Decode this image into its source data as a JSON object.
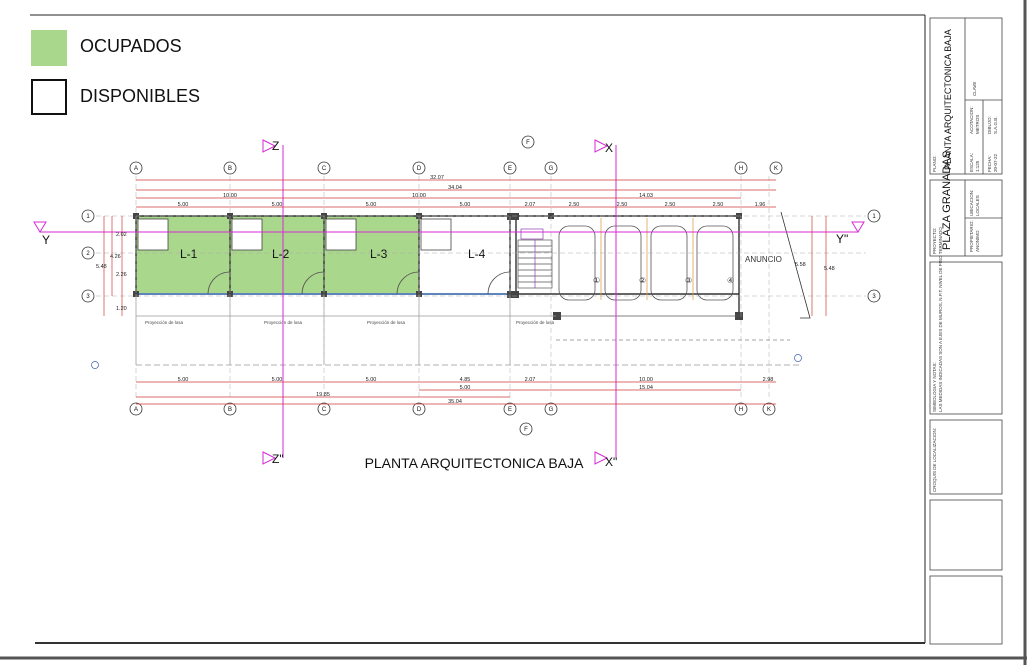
{
  "legend": {
    "occupied_label": "OCUPADOS",
    "available_label": "DISPONIBLES",
    "occupied_color": "#a9d88c"
  },
  "drawing": {
    "title": "PLANTA ARQUITECTONICA BAJA",
    "locals": [
      "L-1",
      "L-2",
      "L-3",
      "L-4"
    ],
    "parking_area_label": "ANUNCIO",
    "parking_numbers": [
      "①",
      "②",
      "③",
      "④"
    ],
    "slab_projection_label": "Proyección de losa",
    "grid_axes_top": [
      "A",
      "B",
      "C",
      "D",
      "E",
      "F",
      "G",
      "H",
      "K"
    ],
    "grid_axes_bottom": [
      "A",
      "B",
      "C",
      "D",
      "E",
      "F",
      "G",
      "H",
      "K"
    ],
    "grid_rows": [
      "1",
      "2",
      "3"
    ],
    "section_marks": {
      "z_top": "Z",
      "z_bottom": "Z\"",
      "x_top": "X",
      "x_bottom": "X\"",
      "y_left": "Y",
      "y_right": "Y\""
    },
    "top_dims": {
      "total_1": "32.07",
      "total_2": "34.04",
      "row_2": [
        "10.00",
        "10.00",
        "14.03"
      ],
      "row_3": [
        "5.00",
        "5.00",
        "5.00",
        "5.00",
        "2.07",
        "2.50",
        "2.50",
        "2.50",
        "2.50",
        "1.96"
      ]
    },
    "bottom_dims": {
      "row_1": [
        "5.00",
        "5.00",
        "5.00",
        "4.85",
        "2.07",
        "10.00",
        "2.98"
      ],
      "row_2": [
        "5.00",
        "15.04"
      ],
      "row_3": [
        "19.85"
      ],
      "row_4": [
        "35.04"
      ]
    },
    "left_dims": [
      "2.02",
      "4.26",
      "2.26",
      "5.48",
      "1.20"
    ],
    "right_dims": [
      "5.58",
      "5.48"
    ]
  },
  "title_block": {
    "sheet_title": "PLANTA ARQUITECTONICA BAJA",
    "plano_label": "PLANO:",
    "clave_label": "CLAVE",
    "acot_label": "ACOTACION:",
    "acot_value": "METROS",
    "escala_label": "ESCALA:",
    "escala_value": "1:125",
    "dibujo_label": "DIBUJO:",
    "dibujo_value": "S.A.G.B.",
    "fecha_label": "FECHA:",
    "fecha_value": "20-07-22",
    "project_name": "PLAZA GRANADAS",
    "proyecto_label": "PROYECTO:",
    "ubicacion_label": "UBICACION:",
    "ubicacion_value": "LOCALES",
    "propietario_label": "PROPIETARIO:",
    "propietario_value": "ANONIMO",
    "notes_label": "SIMBOLOGIA Y NOTAS:",
    "notes_value": "LAS MEDIDAS INDICADAS SON A EJES DE MUROS, N.P.T. NIVEL DE PISO TERMINADO",
    "croquis_label": "CROQUIS DE LOCALIZACION:"
  }
}
